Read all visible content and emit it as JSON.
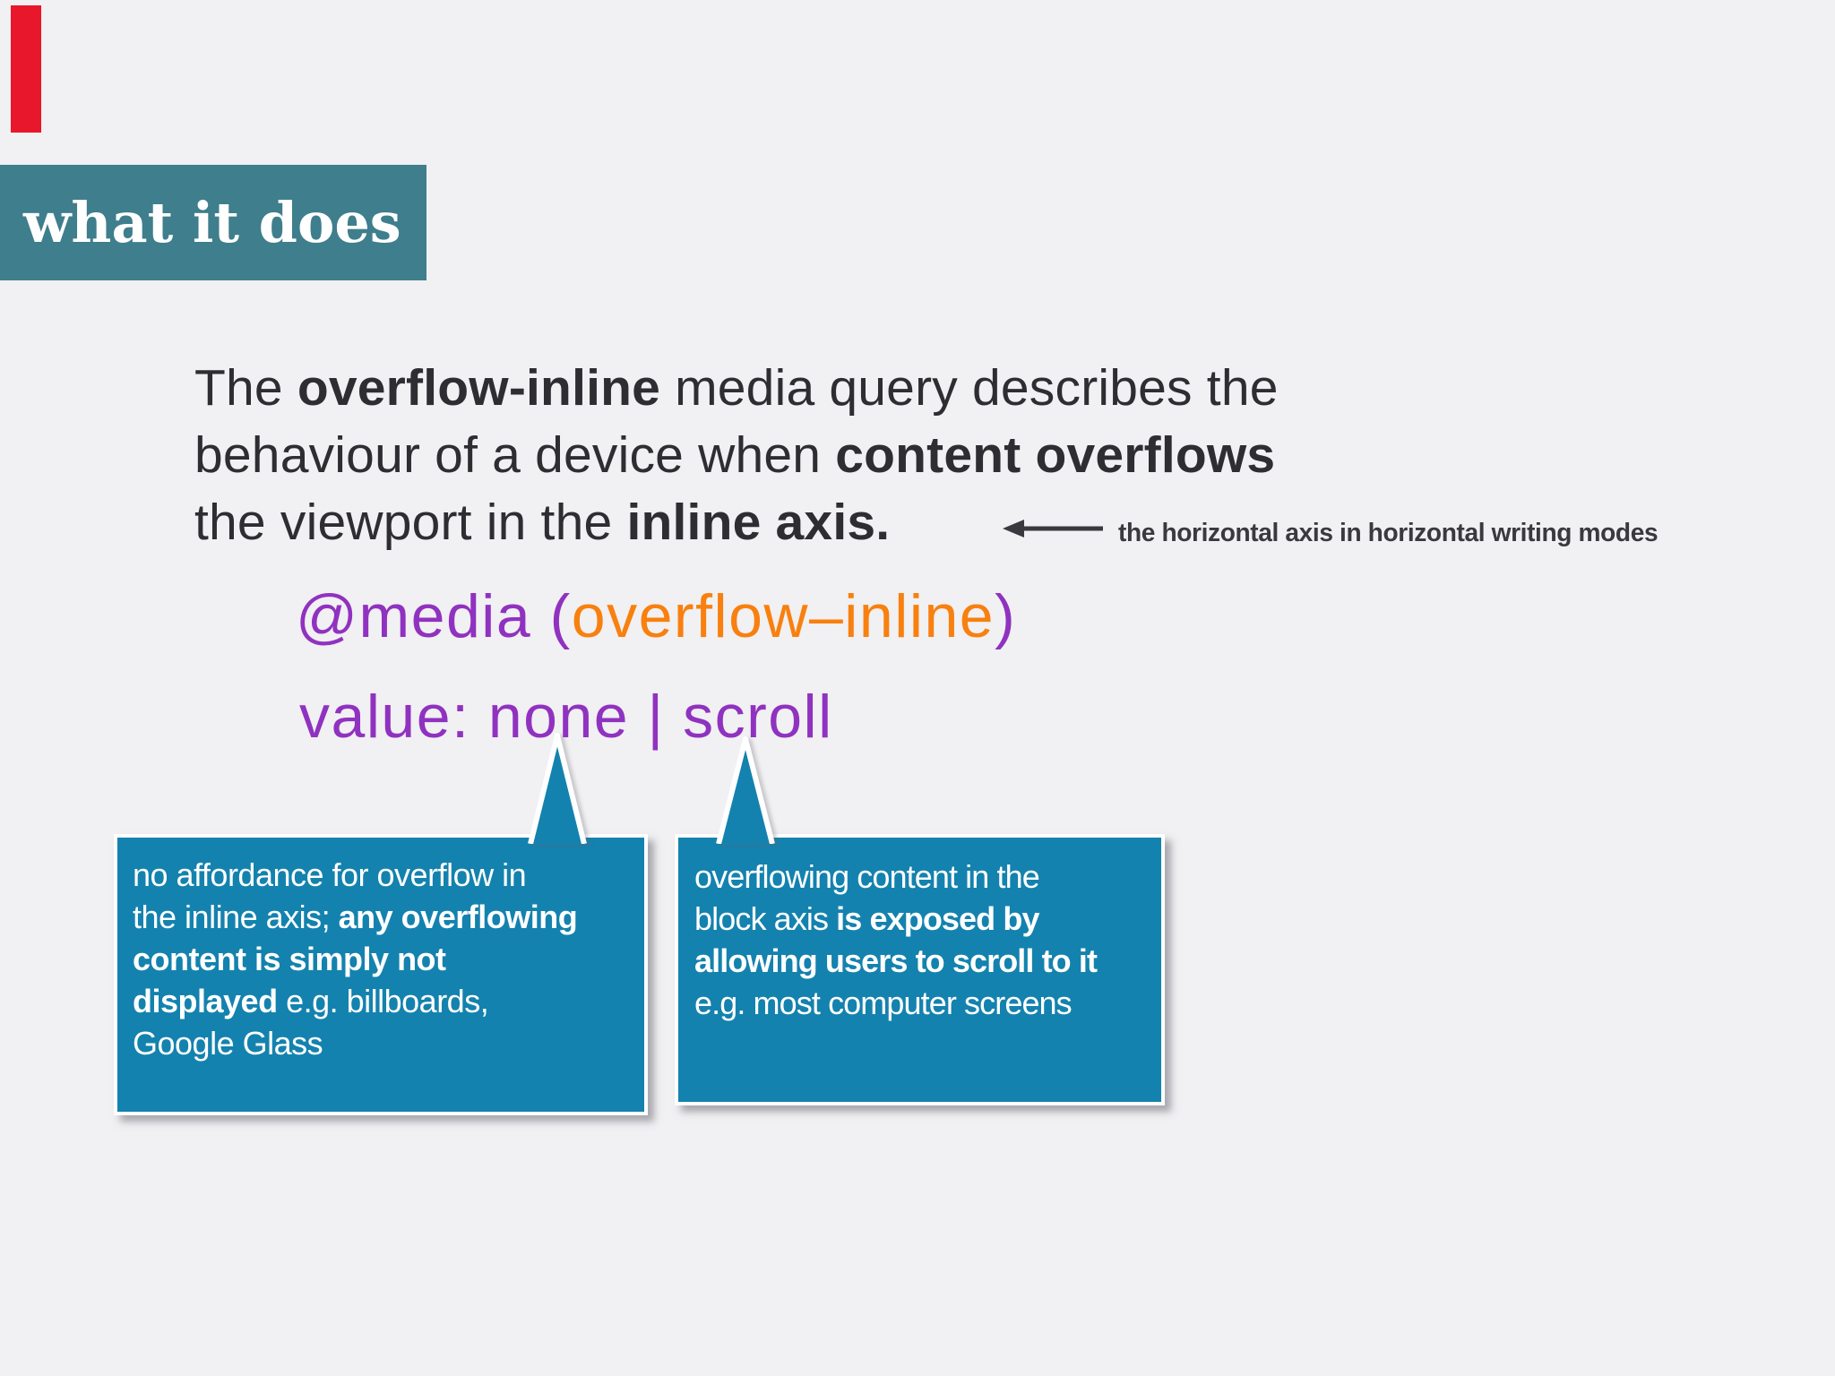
{
  "theme": {
    "bg": "#f1f0f2",
    "ink": "#2e2d31",
    "teal": "#3f7e8c",
    "purple": "#9032c0",
    "orange": "#f8800f",
    "blue": "#1482ae",
    "red": "#e8172b",
    "note": "#3a393e"
  },
  "header": {
    "label": "what it does"
  },
  "paragraph": {
    "line1": {
      "s1": "The ",
      "b1": "overflow-inline",
      "s2": " media query describes the"
    },
    "line2": {
      "s1": "behaviour of a device when ",
      "b1": "content overflows"
    },
    "line3": {
      "s1": "the viewport in the ",
      "b1": "inline axis."
    }
  },
  "annotation": {
    "text": "the horizontal axis in horizontal writing modes"
  },
  "code": {
    "line1": {
      "p1": "@media (",
      "o1": "overflow–inline",
      "p2": ")"
    },
    "line2": "value: none | scroll"
  },
  "callouts": {
    "none_box": {
      "l1": "no affordance for overflow in",
      "l2a": "the inline axis; ",
      "l2b": "any overflowing",
      "l3": "content is simply not",
      "l4a": "displayed",
      "l4b": " e.g. billboards,",
      "l5": "Google Glass"
    },
    "scroll_box": {
      "l1": "overflowing content in the",
      "l2a": "block axis ",
      "l2b": "is exposed by",
      "l3": "allowing users to scroll to it",
      "l4": "e.g. most computer screens"
    }
  }
}
